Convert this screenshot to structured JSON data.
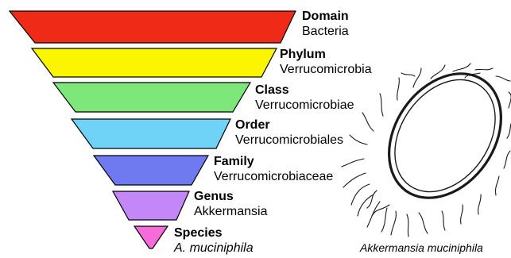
{
  "taxonomy": [
    {
      "rank": "Domain",
      "value": "Bacteria",
      "color": "#ef2b17",
      "italic": false
    },
    {
      "rank": "Phylum",
      "value": "Verrucomicrobia",
      "color": "#fbf500",
      "italic": false
    },
    {
      "rank": "Class",
      "value": "Verrucomicrobiae",
      "color": "#7ee77a",
      "italic": false
    },
    {
      "rank": "Order",
      "value": "Verrucomicrobiales",
      "color": "#6fd2f7",
      "italic": false
    },
    {
      "rank": "Family",
      "value": "Verrucomicrobiaceae",
      "color": "#6f79f0",
      "italic": false
    },
    {
      "rank": "Genus",
      "value": "Akkermansia",
      "color": "#c487f7",
      "italic": false
    },
    {
      "rank": "Species",
      "value": "A. muciniphila",
      "color": "#f46bd9",
      "italic": true
    }
  ],
  "illustration": {
    "caption": "Akkermansia muciniphila",
    "icon": "bacterium-cell-illustration"
  }
}
